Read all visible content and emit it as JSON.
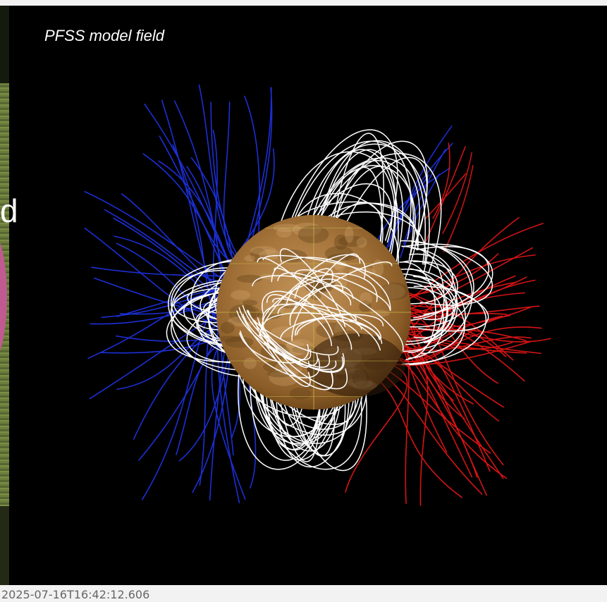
{
  "title": "PFSS model field",
  "partial_text_left_edge": "d",
  "timestamp": "2025-07-16T16:42:12.606",
  "colors": {
    "background": "#000000",
    "negative_polarity_lines": "#1c2fd6",
    "positive_polarity_lines": "#d41414",
    "closed_field_lines": "#ffffff",
    "sun_disk": "#a6773c",
    "grid_lines": "#c9b64a"
  },
  "icons": [
    "sun-disk-icon"
  ]
}
